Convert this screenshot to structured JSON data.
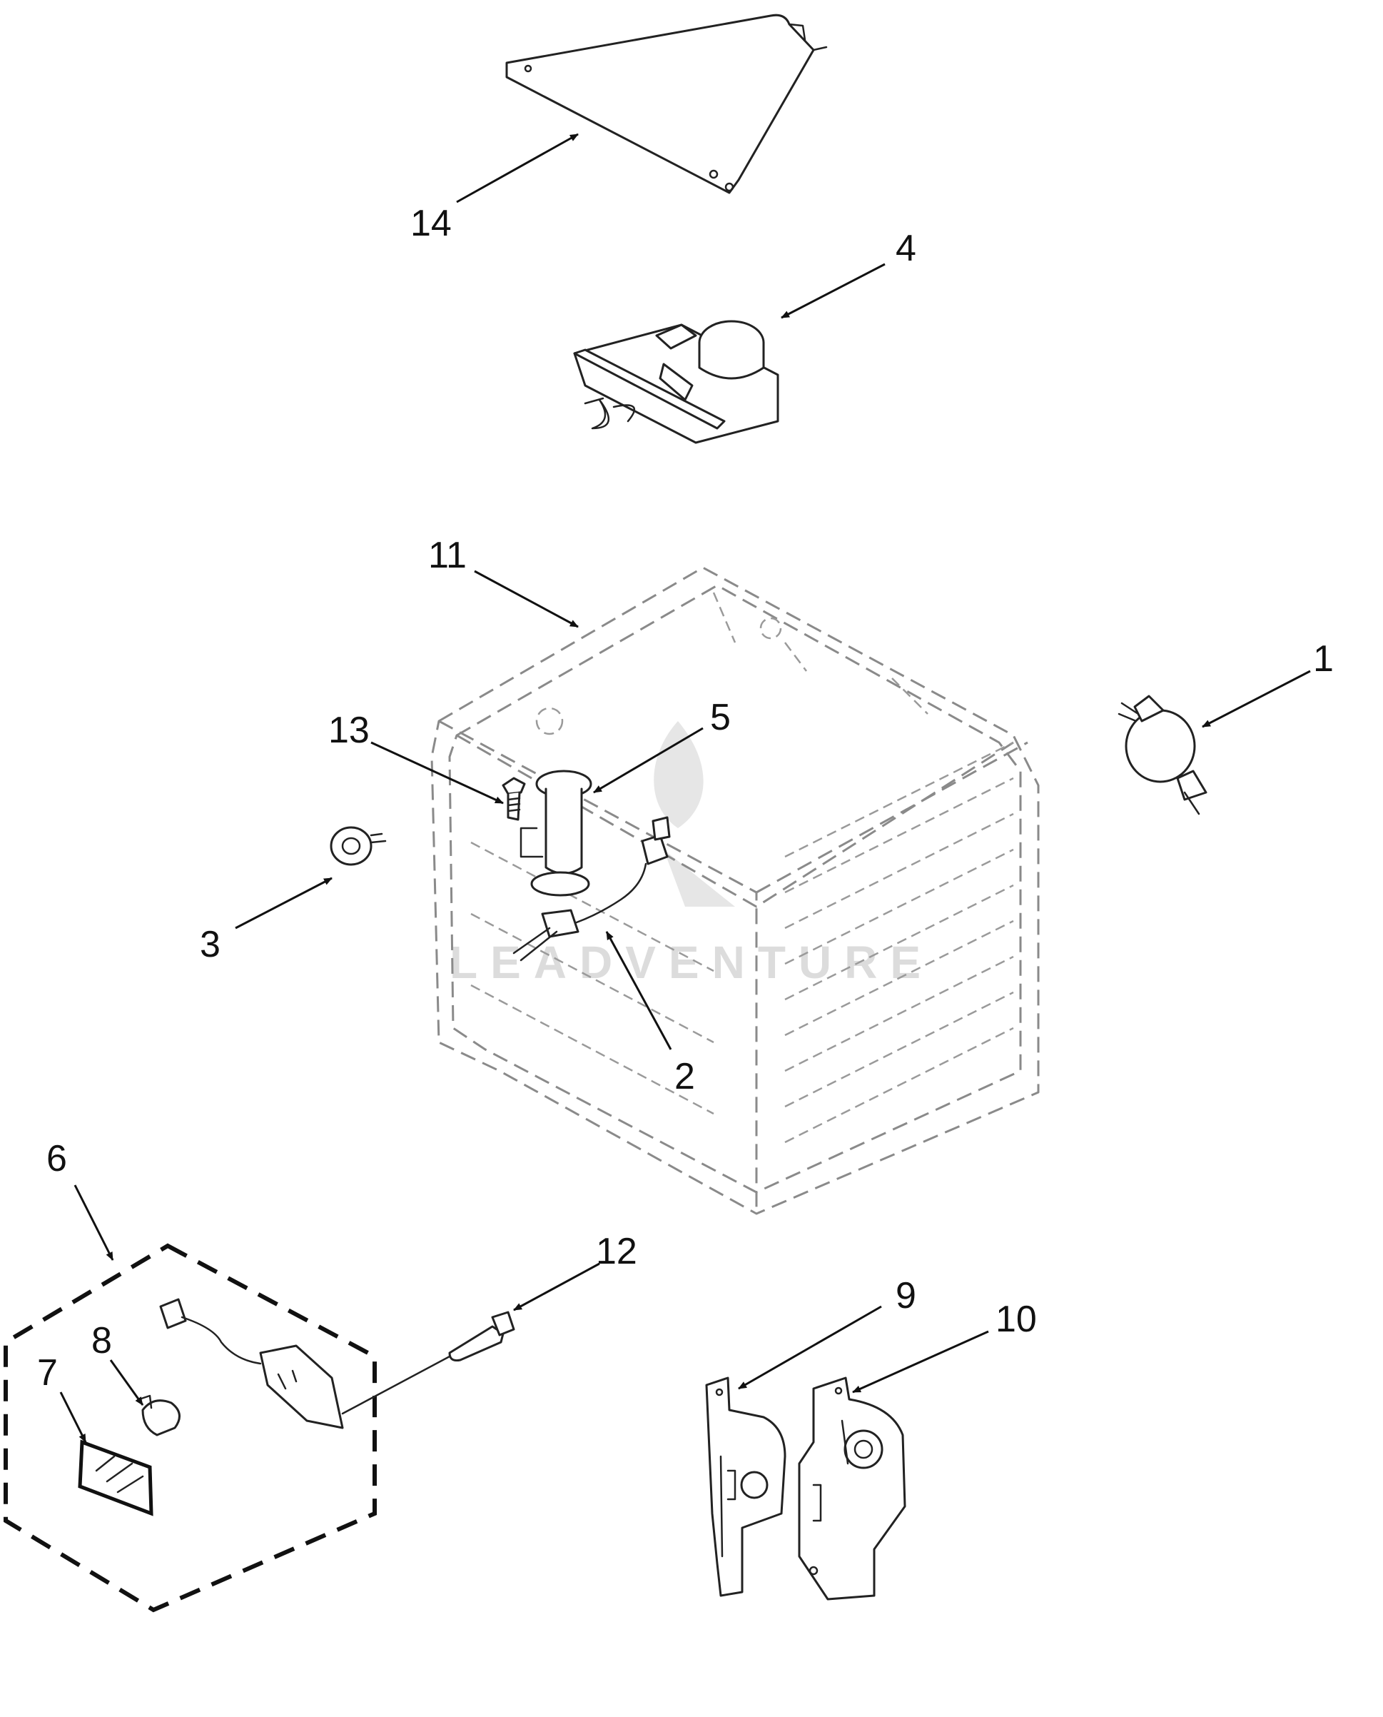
{
  "diagram": {
    "watermark": "LEADVENTURE",
    "callouts": [
      {
        "id": "p1",
        "label": "1"
      },
      {
        "id": "p2",
        "label": "2"
      },
      {
        "id": "p3",
        "label": "3"
      },
      {
        "id": "p4",
        "label": "4"
      },
      {
        "id": "p5",
        "label": "5"
      },
      {
        "id": "p6",
        "label": "6"
      },
      {
        "id": "p7",
        "label": "7"
      },
      {
        "id": "p8",
        "label": "8"
      },
      {
        "id": "p9",
        "label": "9"
      },
      {
        "id": "p10",
        "label": "10"
      },
      {
        "id": "p11",
        "label": "11"
      },
      {
        "id": "p12",
        "label": "12"
      },
      {
        "id": "p13",
        "label": "13"
      },
      {
        "id": "p14",
        "label": "14"
      }
    ]
  }
}
